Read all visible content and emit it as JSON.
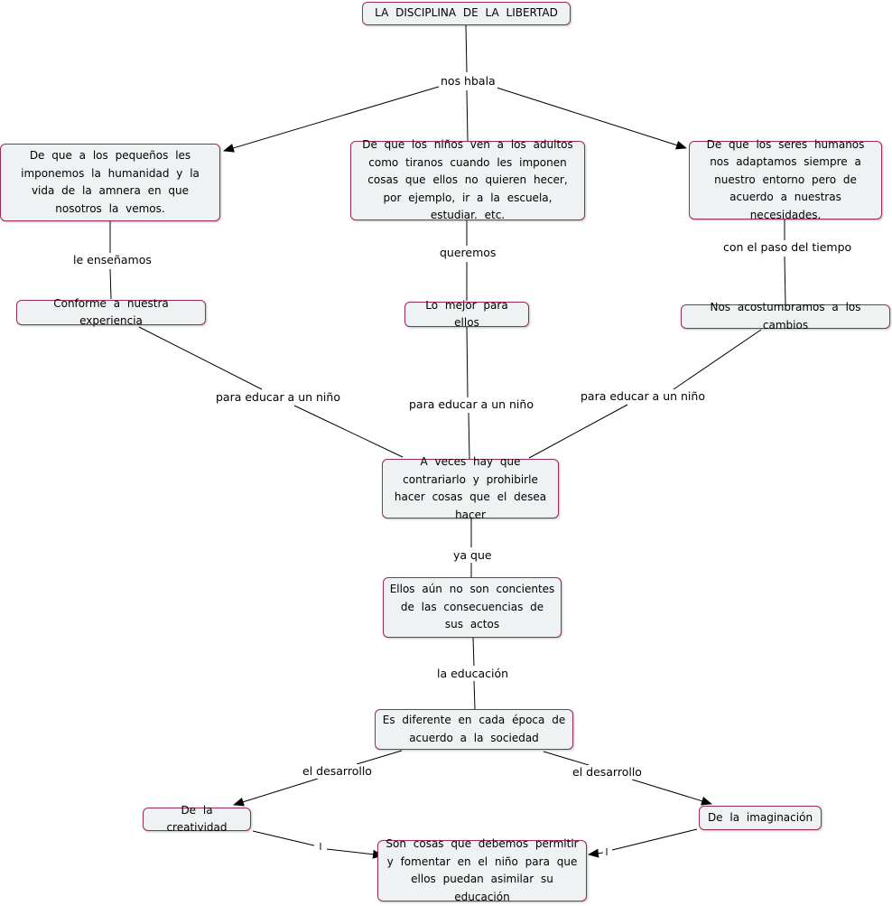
{
  "nodes": {
    "title": "LA DISCIPLINA DE LA LIBERTAD",
    "pequenos": "De que a los pequeños les imponemos la humanidad y la vida de la amnera en que nosotros la vemos.",
    "ninos": "De que los niños ven a los adultos como tiranos cuando les imponen cosas que ellos no quieren hecer, por ejemplo, ir a la escuela, estudiar. etc.",
    "seres": "De que los seres humanos nos adaptamos siempre a nuestro entorno pero de acuerdo a nuestras necesidades.",
    "conforme": "Conforme a nuestra experiencia",
    "mejor": "Lo mejor para ellos",
    "acostumbramos": "Nos acostumbramos a los cambios",
    "contrariarlo": "A veces hay que contrariarlo y prohibirle hacer cosas que el desea hacer",
    "concientes": "Ellos aún no son concientes de las consecuencias de sus actos",
    "diferente": "Es diferente en cada época de acuerdo a la sociedad",
    "creatividad": "De la creatividad",
    "imaginacion": "De la imaginación",
    "permitir": "Son cosas que debemos permitir y fomentar en el niño para que ellos puedan asimilar su educación"
  },
  "links": {
    "nos_hbala": "nos hbala",
    "le_ensenamos": "le enseñamos",
    "queremos": "queremos",
    "con_paso": "con el paso del tiempo",
    "educar_izq": "para educar a un niño",
    "educar_centro": "para educar a un niño",
    "educar_der": "para educar a un niño",
    "ya_que": "ya que",
    "la_educacion": "la educación",
    "desarrollo_izq": "el desarrollo",
    "desarrollo_der": "el desarrollo"
  }
}
